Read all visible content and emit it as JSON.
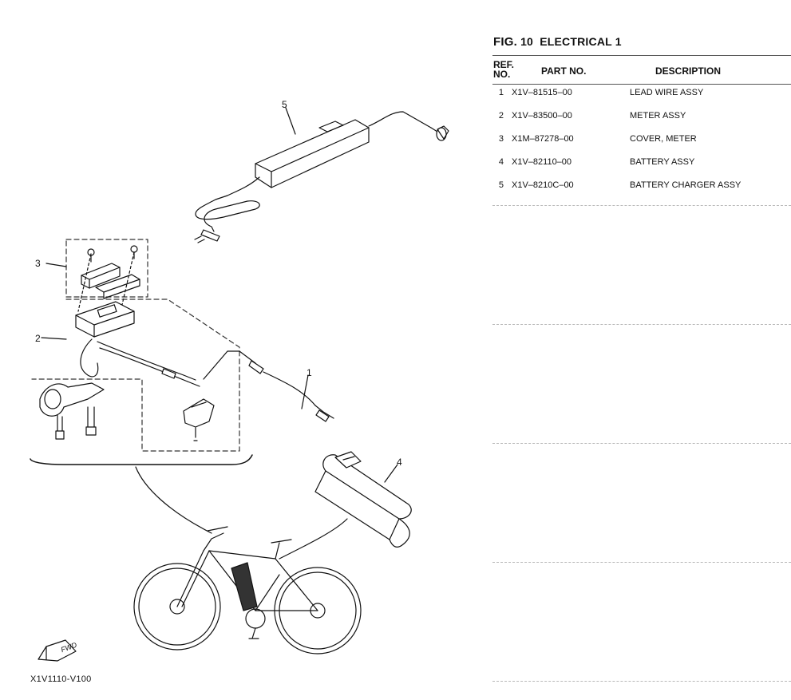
{
  "figure": {
    "title_prefix": "FIG.",
    "number": "10",
    "name": "ELECTRICAL 1"
  },
  "table": {
    "headers": {
      "ref": "REF.\nNO.",
      "part": "PART NO.",
      "desc": "DESCRIPTION"
    },
    "rows": [
      {
        "ref": "1",
        "part_no": "X1V–81515–00",
        "description": "LEAD WIRE ASSY"
      },
      {
        "ref": "2",
        "part_no": "X1V–83500–00",
        "description": "METER ASSY"
      },
      {
        "ref": "3",
        "part_no": "X1M–87278–00",
        "description": "COVER, METER"
      },
      {
        "ref": "4",
        "part_no": "X1V–82110–00",
        "description": "BATTERY ASSY"
      },
      {
        "ref": "5",
        "part_no": "X1V–8210C–00",
        "description": "BATTERY CHARGER ASSY"
      }
    ]
  },
  "diagram": {
    "code": "X1V1110-V100",
    "fwd_label": "FWD",
    "callouts": [
      "1",
      "2",
      "3",
      "4",
      "5"
    ]
  }
}
